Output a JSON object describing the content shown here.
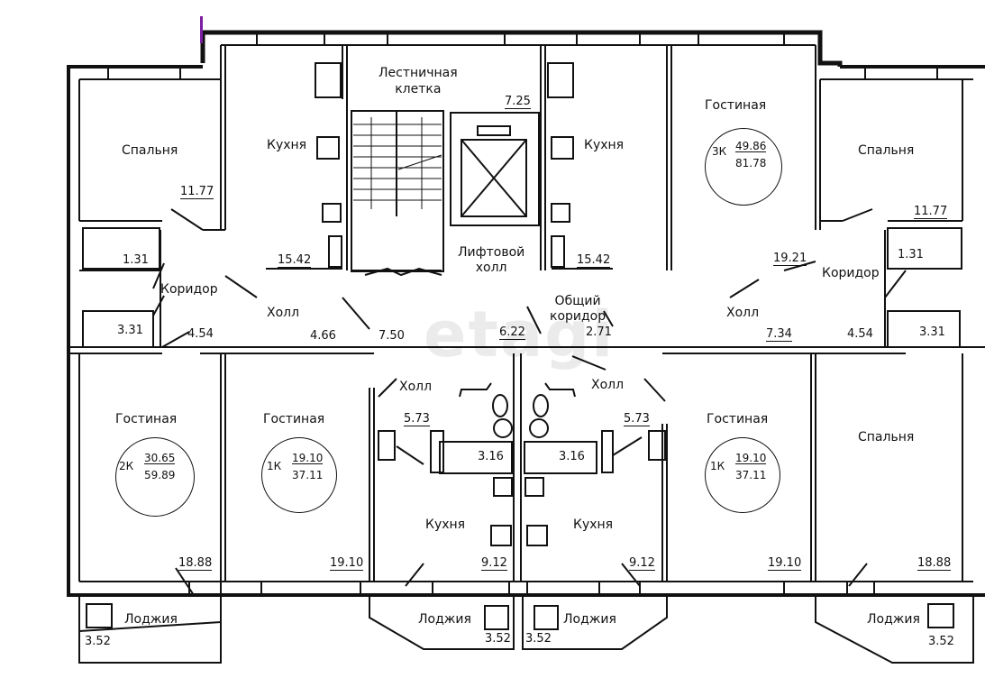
{
  "rooms": {
    "stairwell": "Лестничная\nклетка",
    "lift_hall": "Лифтовой\nхолл",
    "common_corridor": "Общий\nкоридор",
    "bedroom": "Спальня",
    "kitchen": "Кухня",
    "living": "Гостиная",
    "hall": "Холл",
    "corridor": "Коридор",
    "loggia": "Лоджия"
  },
  "areas": {
    "stair": "7.25",
    "bed_left": "11.77",
    "bed_right": "11.77",
    "wc_left": "1.31",
    "wc_right": "1.31",
    "bath_left": "3.31",
    "bath_right": "3.31",
    "kitchen_top_left": "15.42",
    "kitchen_top_right": "15.42",
    "hall_right_top": "19.21",
    "corr_left": "4.54",
    "corr_right": "4.54",
    "hall_466": "4.66",
    "hall_750": "7.50",
    "common_622": "6.22",
    "common_271": "2.71",
    "hall_734": "7.34",
    "hall_573_l": "5.73",
    "hall_573_r": "5.73",
    "bath_c_l": "3.16",
    "bath_c_r": "3.16",
    "living_bl": "18.88",
    "living_1910_l": "19.10",
    "kitchen_912_l": "9.12",
    "kitchen_912_r": "9.12",
    "living_1910_r": "19.10",
    "bed_br": "18.88",
    "loggia_1": "3.52",
    "loggia_2": "3.52",
    "loggia_3": "3.52",
    "loggia_4": "3.52"
  },
  "apartments": [
    {
      "type": "3К",
      "living": "49.86",
      "total": "81.78"
    },
    {
      "type": "2К",
      "living": "30.65",
      "total": "59.89"
    },
    {
      "type": "1К",
      "living": "19.10",
      "total": "37.11"
    },
    {
      "type": "1К",
      "living": "19.10",
      "total": "37.11"
    }
  ],
  "watermark": "etagi",
  "colors": {
    "line": "#111111",
    "background": "#ffffff",
    "accent": "#7b1fa2"
  }
}
